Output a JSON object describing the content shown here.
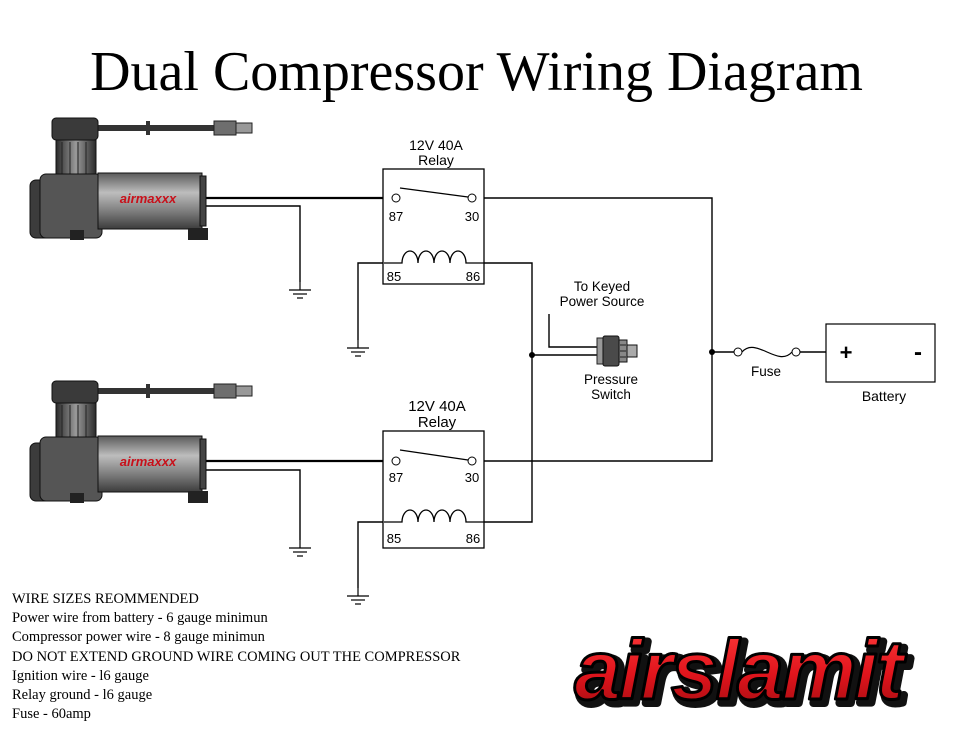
{
  "title": "Dual Compressor Wiring Diagram",
  "compressor_brand": "airmaxxx",
  "relays": [
    {
      "rating_line1": "12V  40A",
      "rating_line2": "Relay",
      "pin_87": "87",
      "pin_30": "30",
      "pin_85": "85",
      "pin_86": "86"
    },
    {
      "rating_line1": "12V  40A",
      "rating_line2": "Relay",
      "pin_87": "87",
      "pin_30": "30",
      "pin_85": "85",
      "pin_86": "86"
    }
  ],
  "keyed_source": {
    "line1": "To Keyed",
    "line2": "Power Source"
  },
  "pressure_switch": {
    "line1": "Pressure",
    "line2": "Switch"
  },
  "fuse_label": "Fuse",
  "battery": {
    "label": "Battery",
    "plus": "+",
    "minus": "-"
  },
  "notes": {
    "heading": "WIRE SIZES REOMMENDED",
    "lines": [
      "Power wire from battery - 6 gauge minimun",
      "Compressor power wire - 8 gauge minimun",
      "DO NOT EXTEND GROUND WIRE COMING OUT THE COMPRESSOR",
      "Ignition wire - l6 gauge",
      "Relay ground - l6 gauge",
      "Fuse - 60amp"
    ]
  },
  "logo_text": "airslamit",
  "colors": {
    "logo_red": "#e0141c",
    "compressor_gray": "#8c8c8c",
    "brand_red": "#c8101a"
  }
}
